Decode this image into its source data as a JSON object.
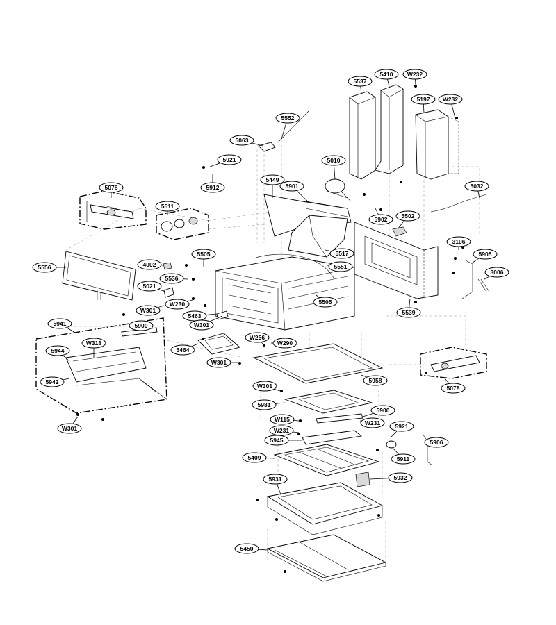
{
  "callouts": [
    {
      "label": "5537"
    },
    {
      "label": "5410"
    },
    {
      "label": "W232"
    },
    {
      "label": "5197"
    },
    {
      "label": "W232"
    },
    {
      "label": "5552"
    },
    {
      "label": "5063"
    },
    {
      "label": "5921"
    },
    {
      "label": "5010"
    },
    {
      "label": "5078"
    },
    {
      "label": "5449"
    },
    {
      "label": "5901"
    },
    {
      "label": "5912"
    },
    {
      "label": "5032"
    },
    {
      "label": "5511"
    },
    {
      "label": "5902"
    },
    {
      "label": "5502"
    },
    {
      "label": "3106"
    },
    {
      "label": "5505"
    },
    {
      "label": "5517"
    },
    {
      "label": "5556"
    },
    {
      "label": "4002"
    },
    {
      "label": "5551"
    },
    {
      "label": "5905"
    },
    {
      "label": "3006"
    },
    {
      "label": "5536"
    },
    {
      "label": "5021"
    },
    {
      "label": "5505"
    },
    {
      "label": "W301"
    },
    {
      "label": "W230"
    },
    {
      "label": "5539"
    },
    {
      "label": "5463"
    },
    {
      "label": "5941"
    },
    {
      "label": "5900"
    },
    {
      "label": "W301"
    },
    {
      "label": "W256"
    },
    {
      "label": "W318"
    },
    {
      "label": "W290"
    },
    {
      "label": "5464"
    },
    {
      "label": "5944"
    },
    {
      "label": "W301"
    },
    {
      "label": "5958"
    },
    {
      "label": "5942"
    },
    {
      "label": "5078"
    },
    {
      "label": "W301"
    },
    {
      "label": "5981"
    },
    {
      "label": "5900"
    },
    {
      "label": "W115"
    },
    {
      "label": "W231"
    },
    {
      "label": "W301"
    },
    {
      "label": "W231"
    },
    {
      "label": "5921"
    },
    {
      "label": "5945"
    },
    {
      "label": "5906"
    },
    {
      "label": "5911"
    },
    {
      "label": "5409"
    },
    {
      "label": "5932"
    },
    {
      "label": "5931"
    },
    {
      "label": "5450"
    }
  ]
}
